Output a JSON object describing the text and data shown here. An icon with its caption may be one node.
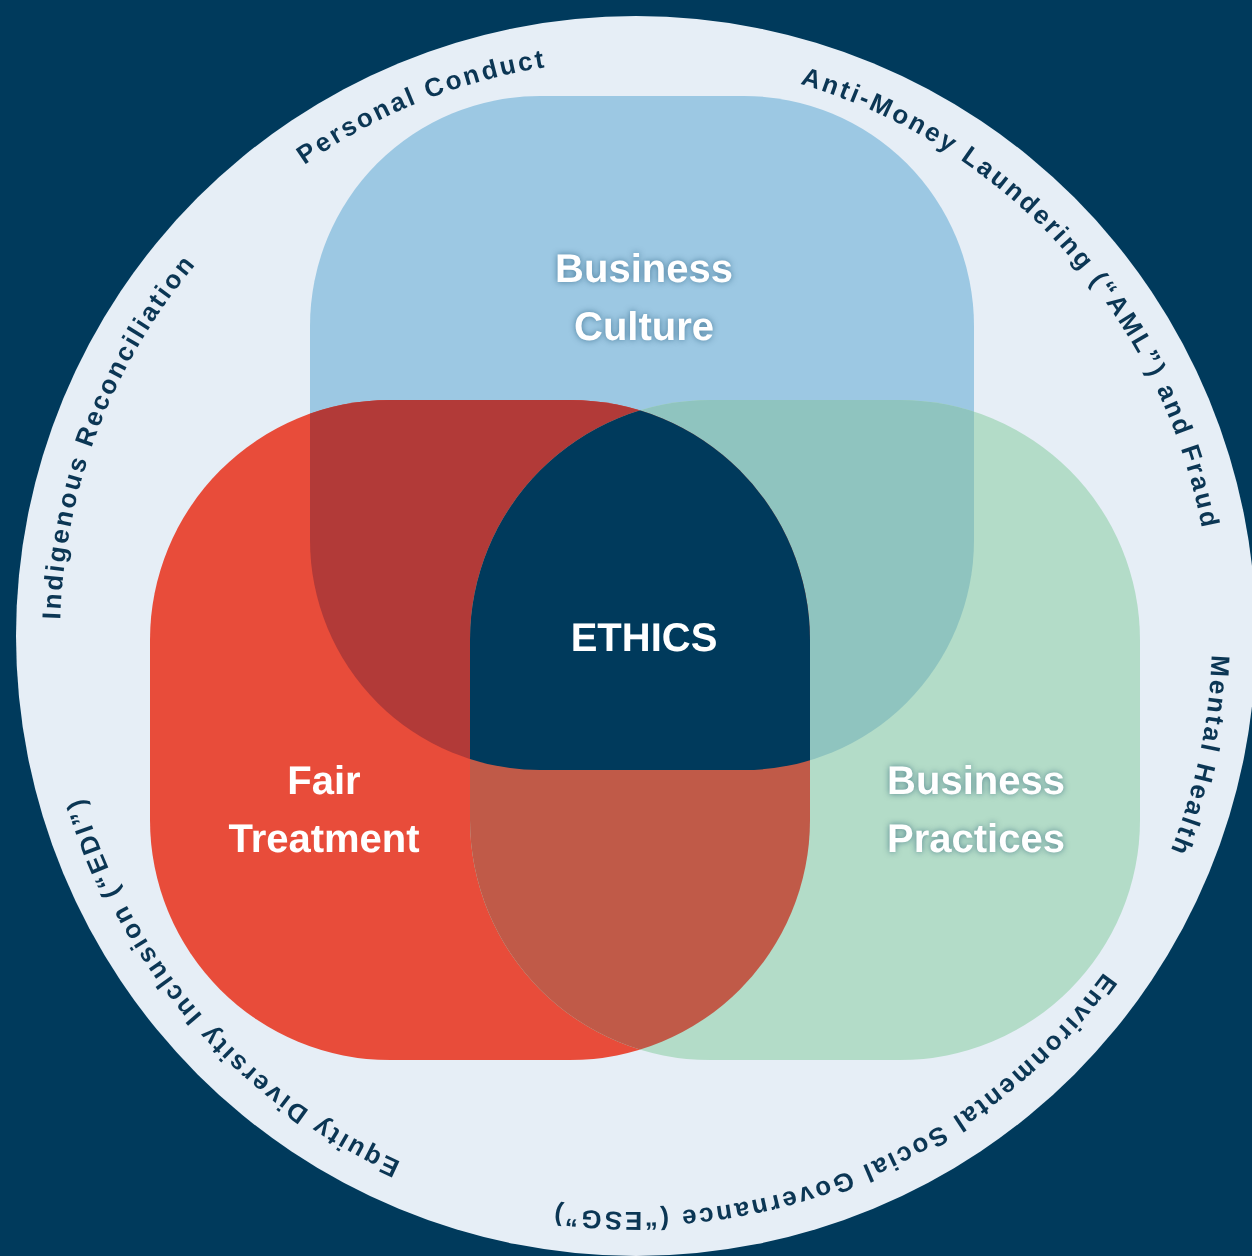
{
  "diagram": {
    "nodes": [
      {
        "text": [
          "Business Culture"
        ]
      },
      {
        "text": [
          "Fair Treatment"
        ]
      },
      {
        "text": [
          "Business Practices"
        ]
      },
      {
        "text": [
          "ETHICS"
        ]
      }
    ],
    "labels": [
      "Personal Conduct",
      "Anti-Money Laundering (“AML”) and Fraud",
      "Indigenous Reconciliation",
      "Mental Health",
      "Equity Diversity Inclusion (“EDI”)",
      "Environmental Social Governance (“ESG”)"
    ]
  }
}
